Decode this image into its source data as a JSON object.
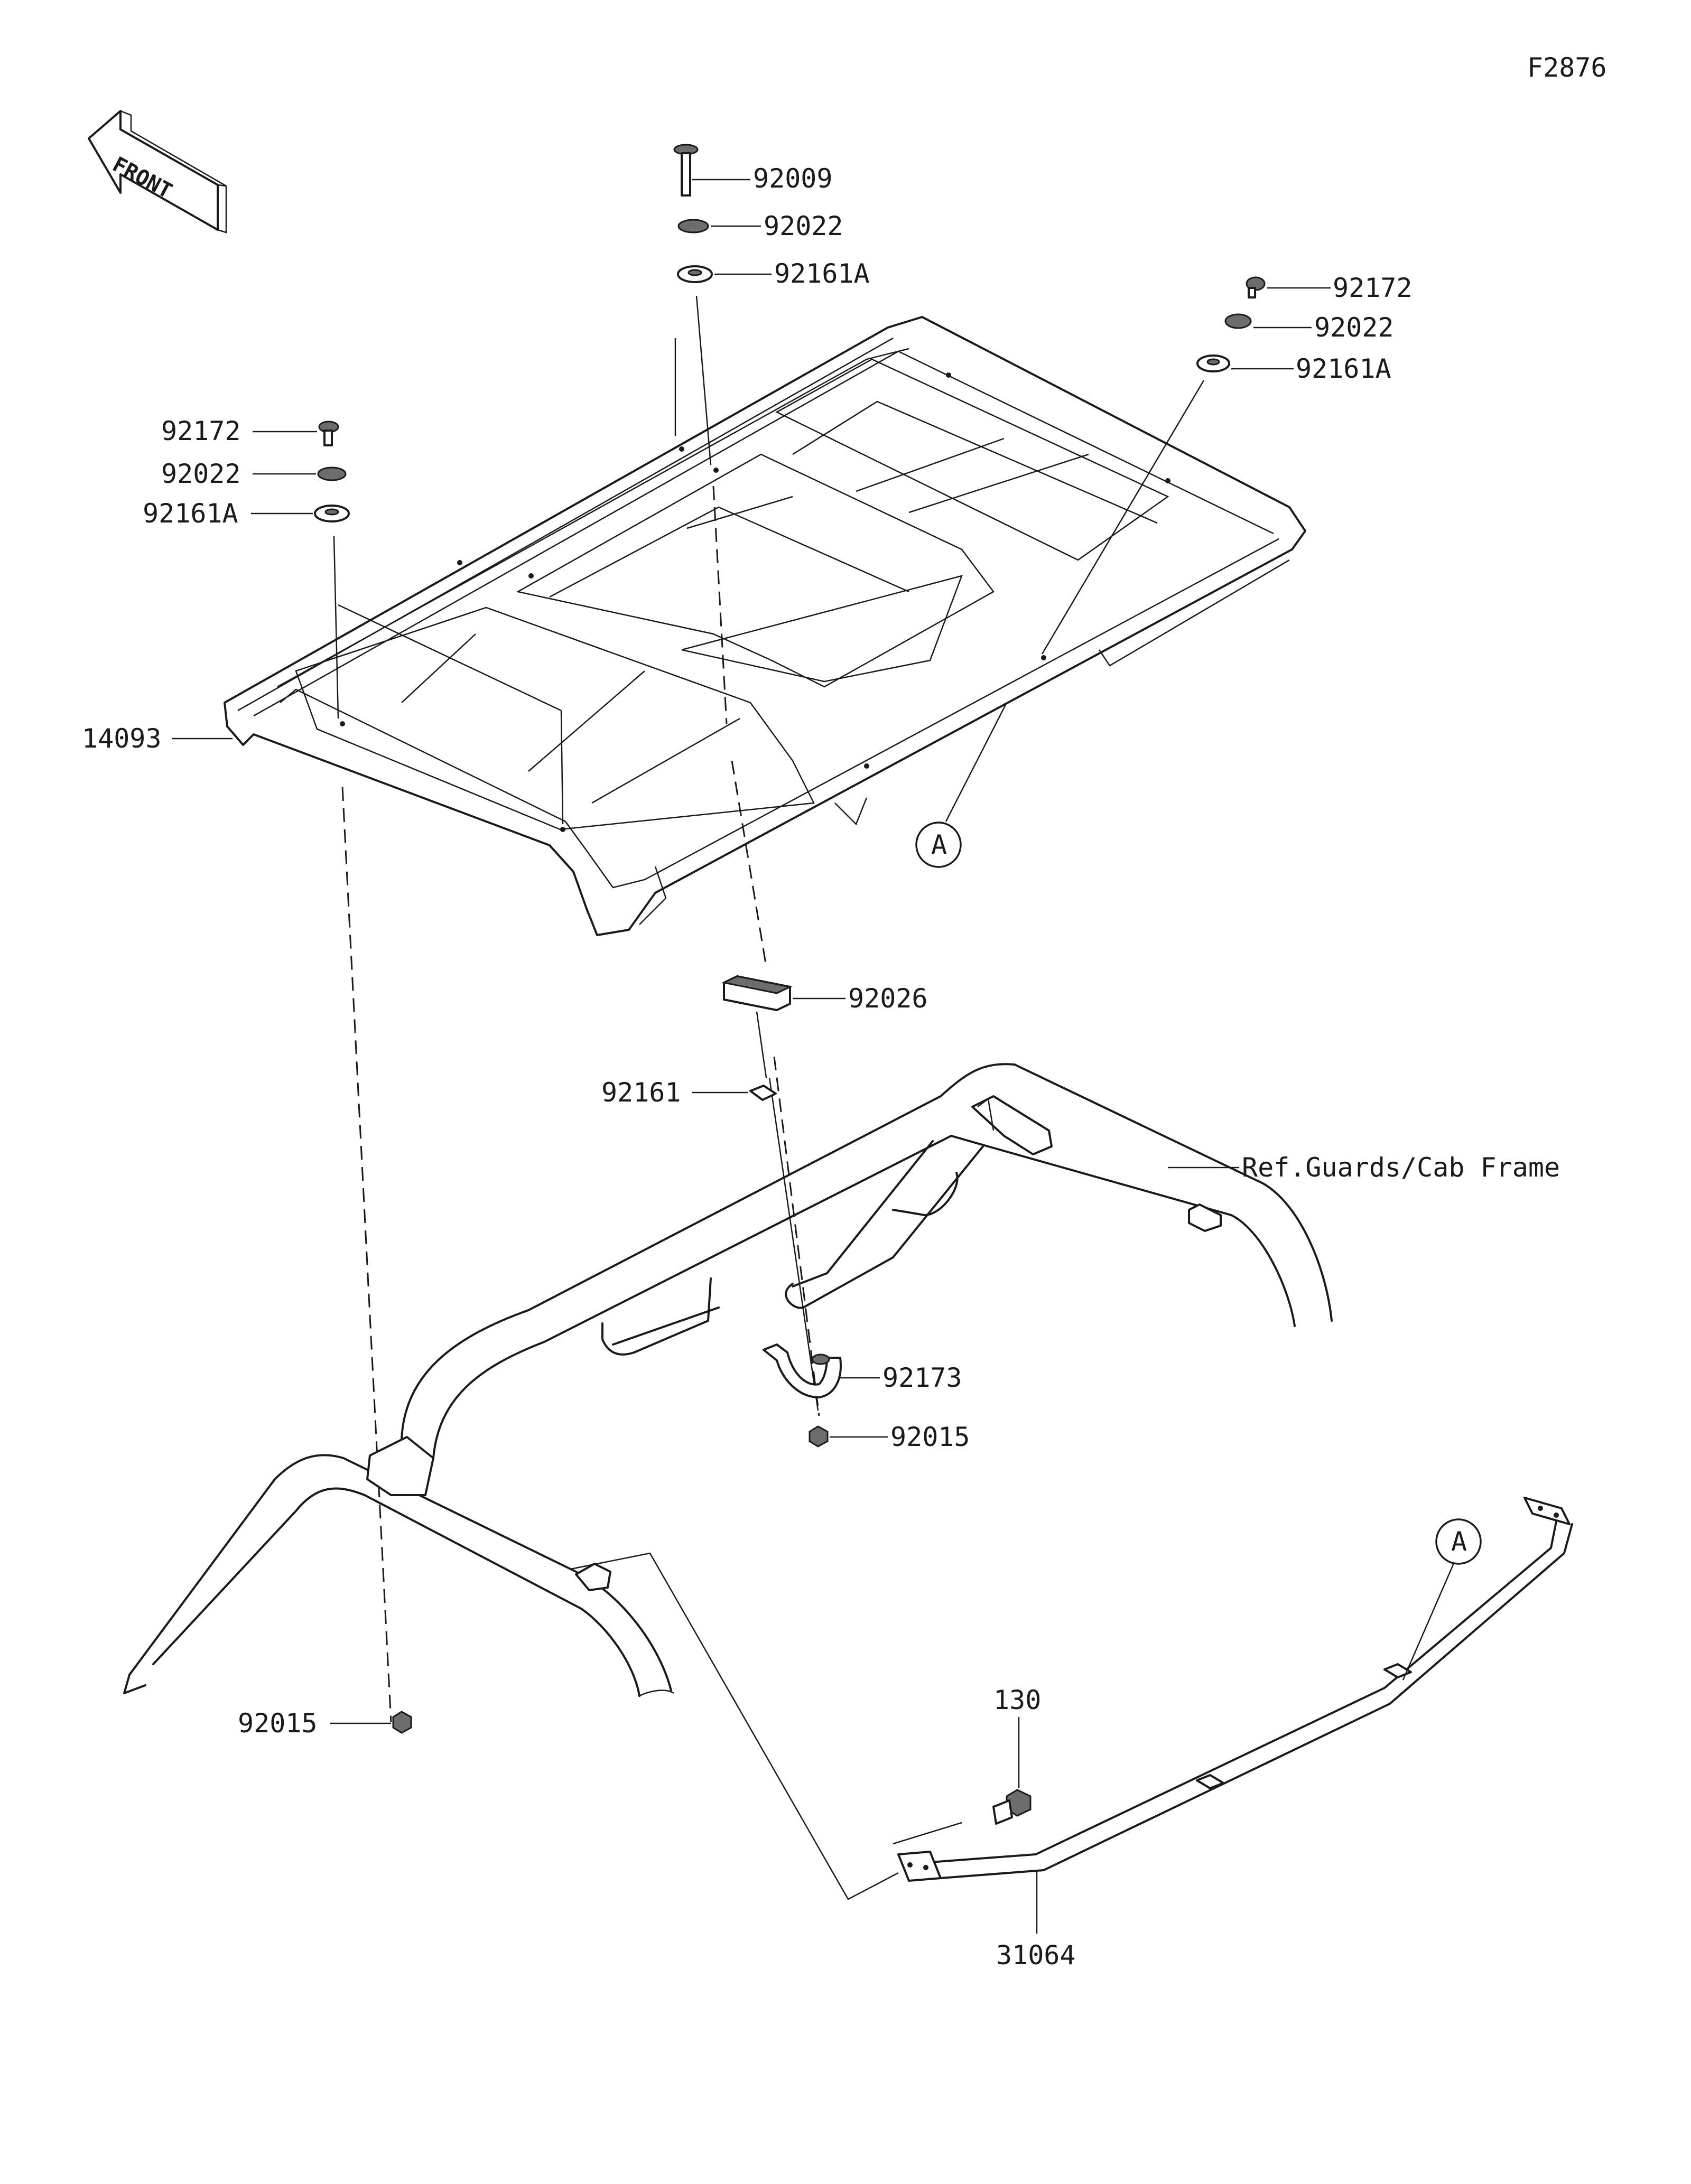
{
  "figure_code": "F2876",
  "front_arrow_label": "FRONT",
  "callouts": {
    "bolt_top": "92009",
    "washer_top": "92022",
    "grommet_top": "92161A",
    "screw_right": "92172",
    "washer_right": "92022",
    "grommet_right": "92161A",
    "screw_left": "92172",
    "washer_left": "92022",
    "grommet_left": "92161A",
    "roof": "14093",
    "ref_a_roof": "A",
    "bracket_92026": "92026",
    "pad_92161": "92161",
    "ref_frame": "Ref.Guards/Cab Frame",
    "clamp": "92173",
    "nut_center": "92015",
    "nut_left": "92015",
    "ref_a_bar": "A",
    "bolt_130": "130",
    "bar": "31064"
  }
}
